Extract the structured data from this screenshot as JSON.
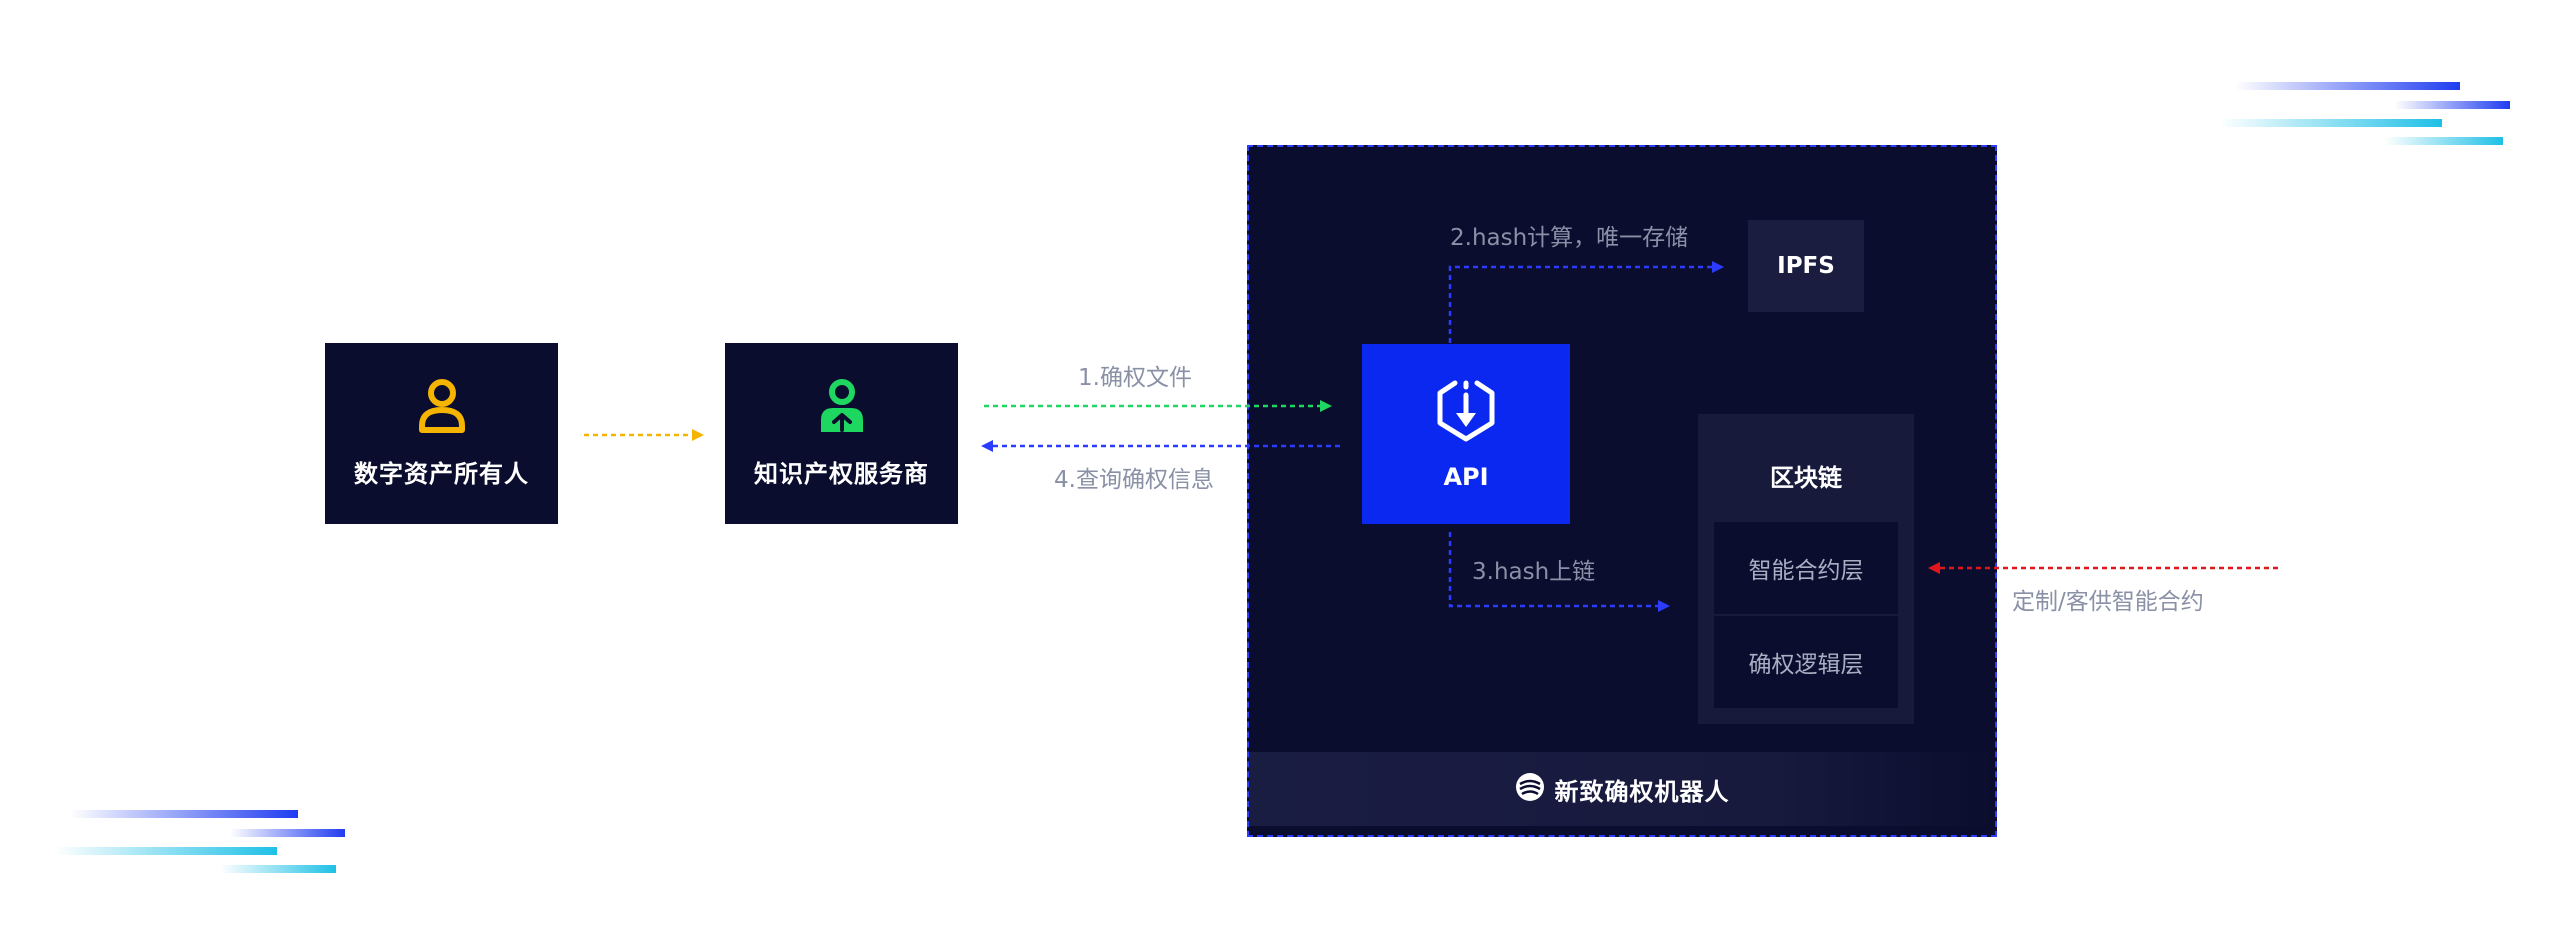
{
  "nodes": {
    "owner": {
      "label": "数字资产所有人",
      "icon": "user-icon",
      "icon_color": "#f5b400"
    },
    "provider": {
      "label": "知识产权服务商",
      "icon": "service-provider-icon",
      "icon_color": "#1ed760"
    },
    "api": {
      "label": "API",
      "icon": "download-shield-icon"
    },
    "ipfs": {
      "label": "IPFS"
    },
    "blockchain": {
      "title": "区块链",
      "layers": [
        "智能合约层",
        "确权逻辑层"
      ]
    },
    "robot": {
      "label": "新致确权机器人",
      "icon": "robot-logo-icon"
    }
  },
  "flows": {
    "step1": "1.确权文件",
    "step2": "2.hash计算，唯一存储",
    "step3": "3.hash上链",
    "step4": "4.查询确权信息",
    "custom": "定制/客供智能合约"
  },
  "colors": {
    "dark_bg": "#0b0d2e",
    "api_blue": "#0a28f0",
    "owner_arrow": "#f5b400",
    "green_arrow": "#1ed760",
    "blue_arrow": "#2b3bff",
    "red_arrow": "#e0161b"
  }
}
